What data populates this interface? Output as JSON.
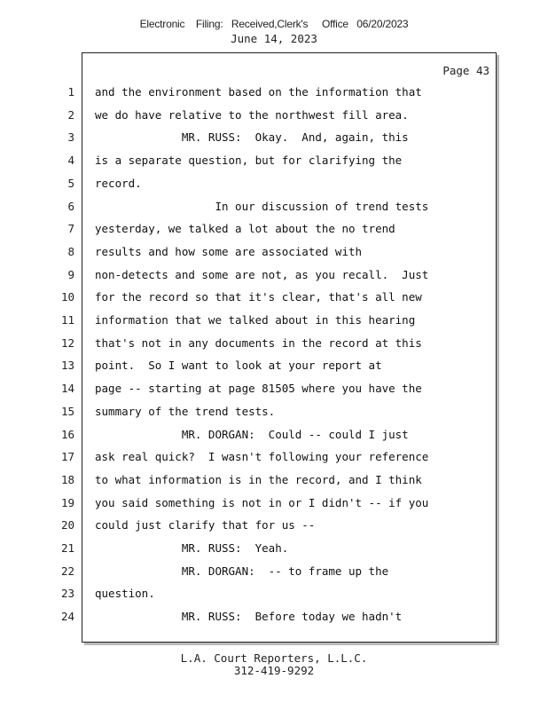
{
  "header": {
    "filing_stamp": "Electronic    Filing:   Received,Clerk's     Office   06/20/2023",
    "date": "June 14, 2023"
  },
  "page": {
    "label": "Page 43"
  },
  "lines": [
    {
      "num": "1",
      "text": "and the environment based on the information that"
    },
    {
      "num": "2",
      "text": "we do have relative to the northwest fill area."
    },
    {
      "num": "3",
      "text": "             MR. RUSS:  Okay.  And, again, this"
    },
    {
      "num": "4",
      "text": "is a separate question, but for clarifying the"
    },
    {
      "num": "5",
      "text": "record."
    },
    {
      "num": "6",
      "text": "                  In our discussion of trend tests"
    },
    {
      "num": "7",
      "text": "yesterday, we talked a lot about the no trend"
    },
    {
      "num": "8",
      "text": "results and how some are associated with"
    },
    {
      "num": "9",
      "text": "non-detects and some are not, as you recall.  Just"
    },
    {
      "num": "10",
      "text": "for the record so that it's clear, that's all new"
    },
    {
      "num": "11",
      "text": "information that we talked about in this hearing"
    },
    {
      "num": "12",
      "text": "that's not in any documents in the record at this"
    },
    {
      "num": "13",
      "text": "point.  So I want to look at your report at"
    },
    {
      "num": "14",
      "text": "page -- starting at page 81505 where you have the"
    },
    {
      "num": "15",
      "text": "summary of the trend tests."
    },
    {
      "num": "16",
      "text": "             MR. DORGAN:  Could -- could I just"
    },
    {
      "num": "17",
      "text": "ask real quick?  I wasn't following your reference"
    },
    {
      "num": "18",
      "text": "to what information is in the record, and I think"
    },
    {
      "num": "19",
      "text": "you said something is not in or I didn't -- if you"
    },
    {
      "num": "20",
      "text": "could just clarify that for us --"
    },
    {
      "num": "21",
      "text": "             MR. RUSS:  Yeah."
    },
    {
      "num": "22",
      "text": "             MR. DORGAN:  -- to frame up the"
    },
    {
      "num": "23",
      "text": "question."
    },
    {
      "num": "24",
      "text": "             MR. RUSS:  Before today we hadn't"
    }
  ],
  "footer": {
    "company": "L.A. Court Reporters, L.L.C.",
    "phone": "312-419-9292"
  }
}
